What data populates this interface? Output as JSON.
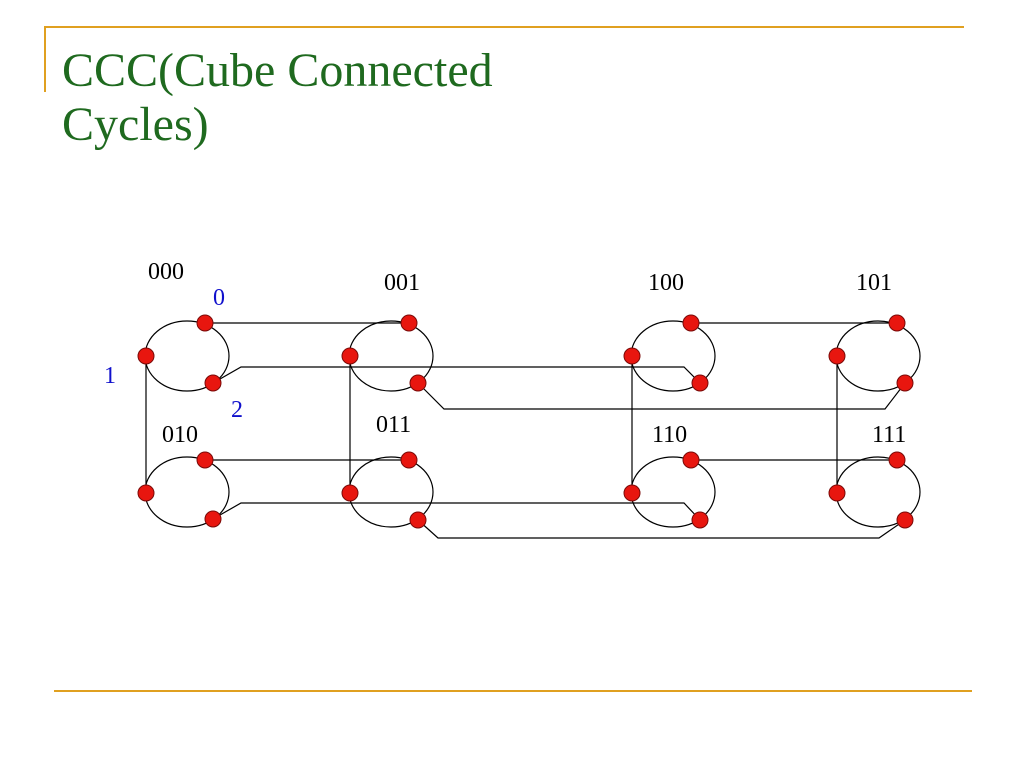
{
  "slide": {
    "title_lines": [
      "CCC(Cube   Connected",
      "Cycles)"
    ],
    "colors": {
      "title": "#1f6a1f",
      "accent_line": "#e0a020",
      "node_fill": "#e8160f",
      "node_stroke": "#7a0a08",
      "position_label": "#1010cc",
      "edge": "#000000"
    }
  },
  "diagram": {
    "cycles": [
      {
        "label": "000"
      },
      {
        "label": "001"
      },
      {
        "label": "100"
      },
      {
        "label": "101"
      },
      {
        "label": "010"
      },
      {
        "label": "011"
      },
      {
        "label": "110"
      },
      {
        "label": "111"
      }
    ],
    "position_labels": [
      "0",
      "1",
      "2"
    ]
  }
}
